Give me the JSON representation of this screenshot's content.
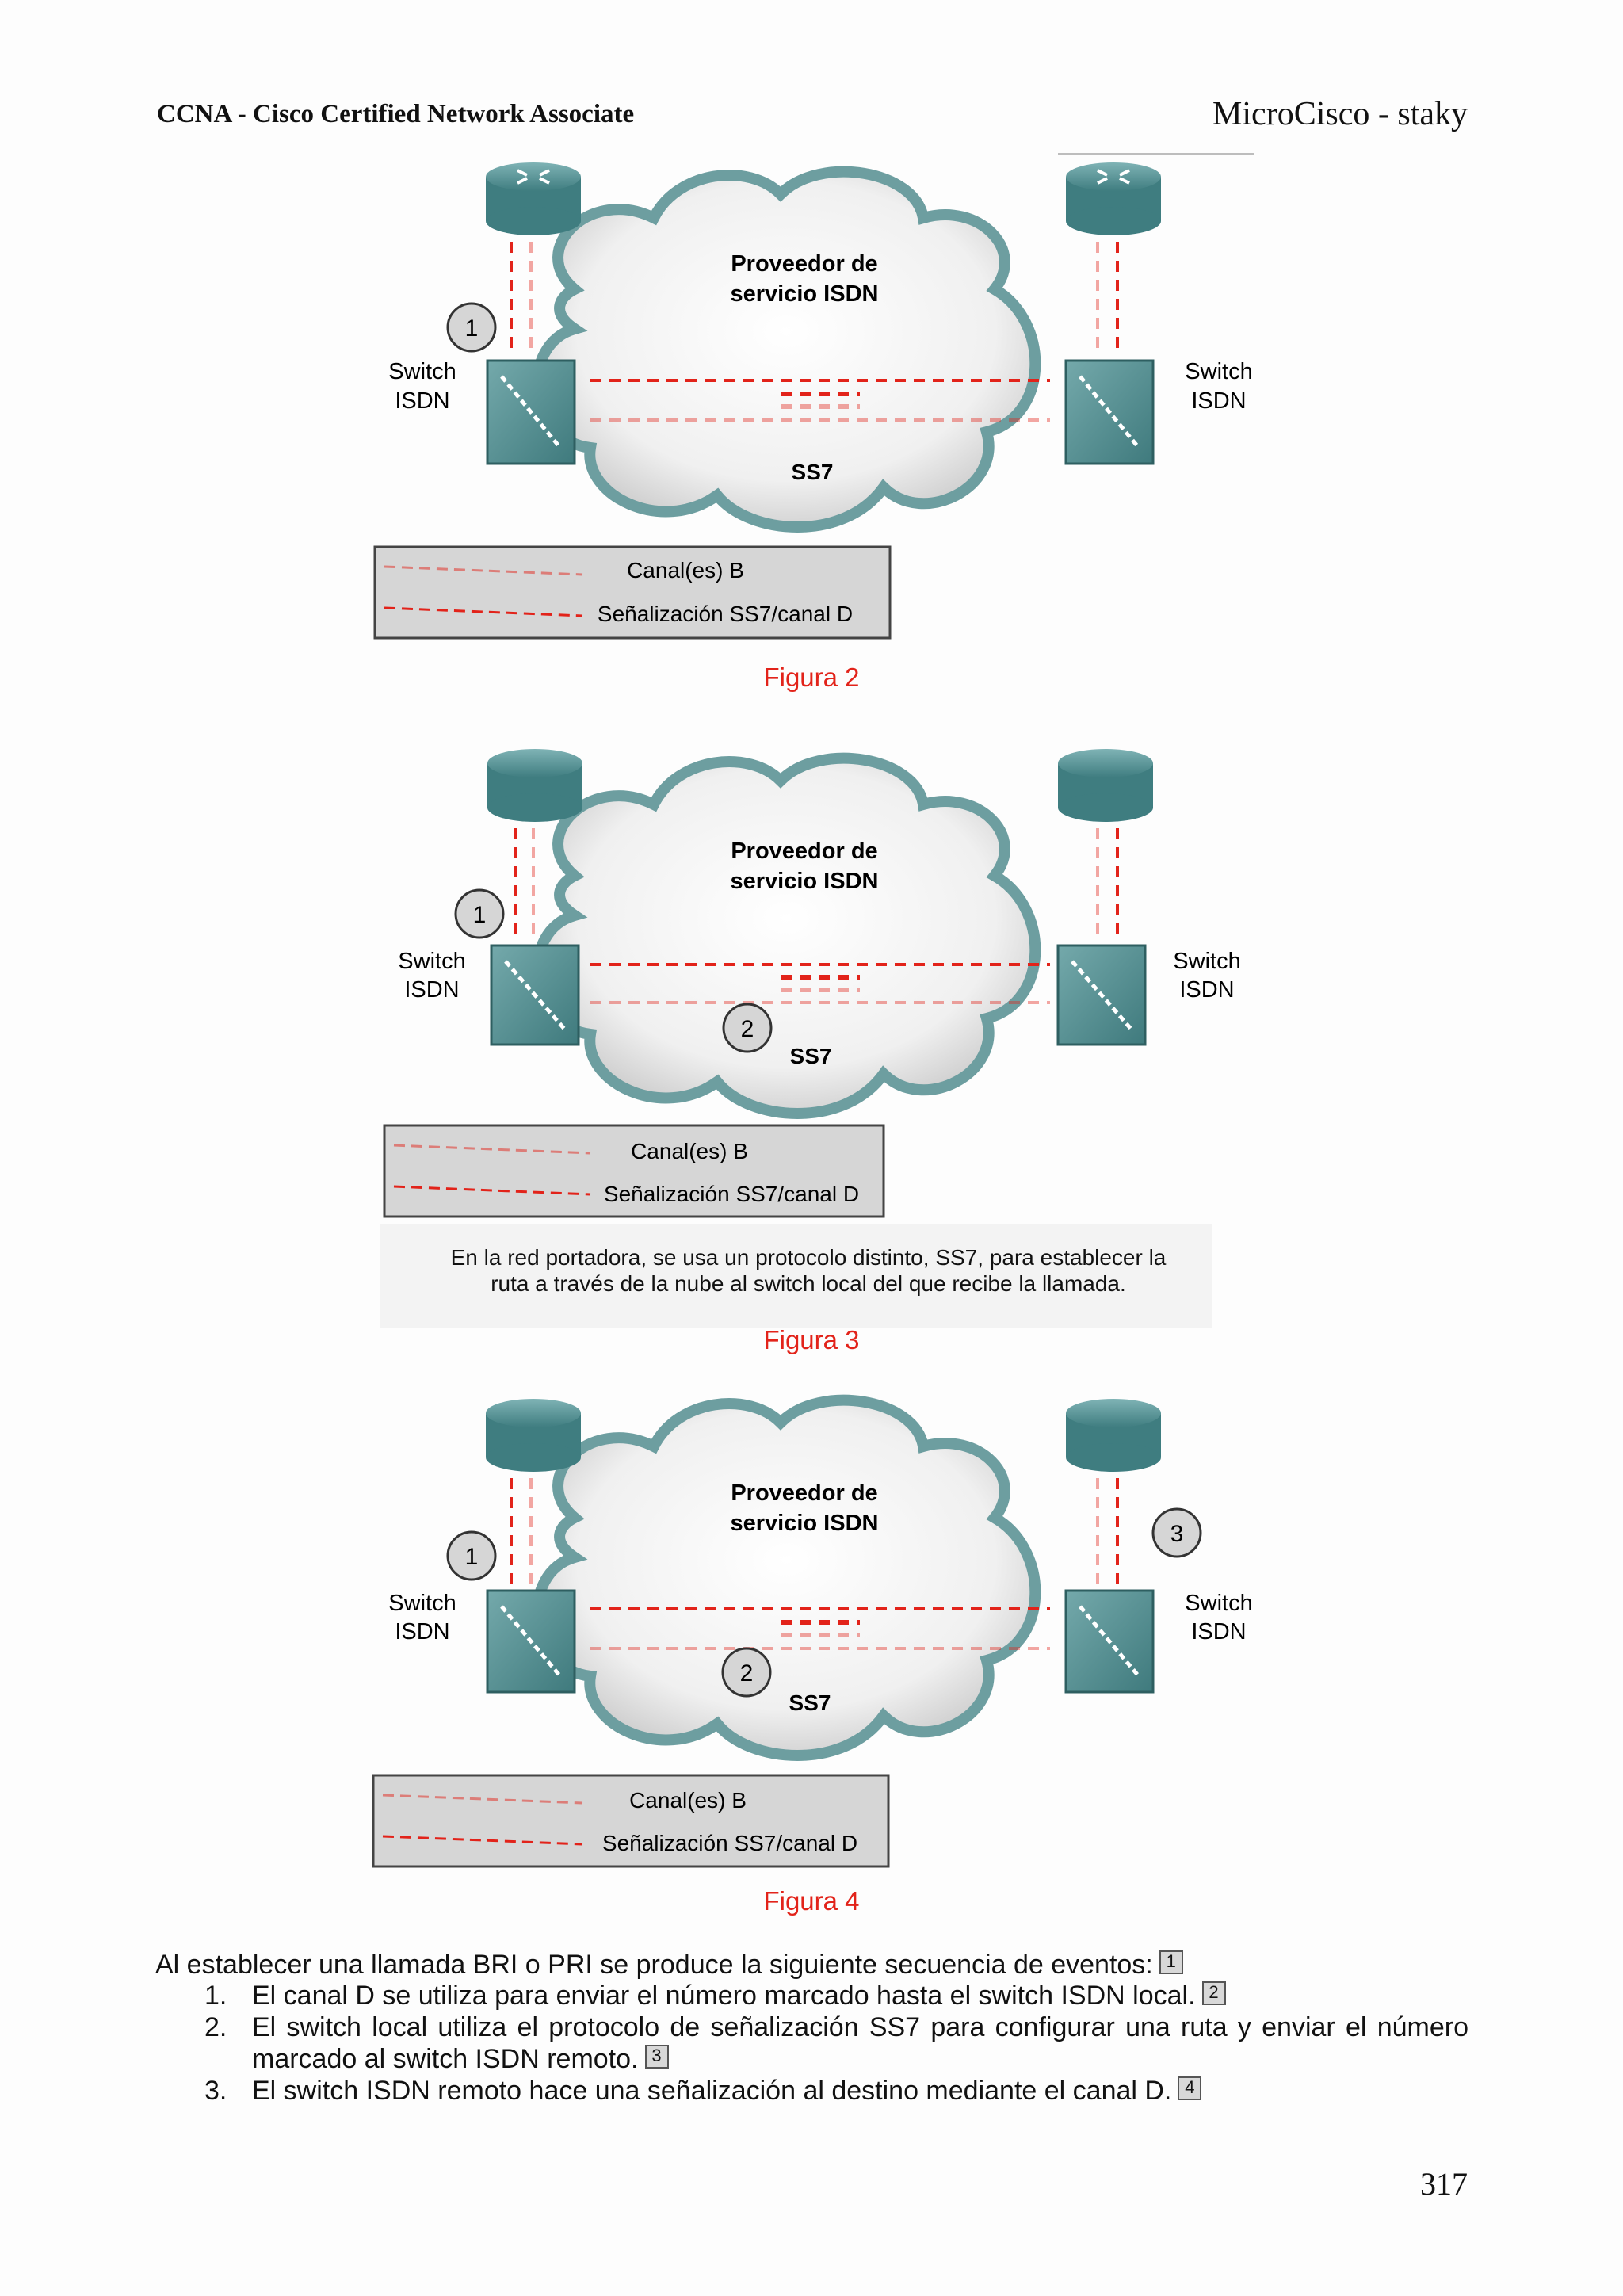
{
  "header": {
    "left": "CCNA - Cisco Certified Network Associate",
    "right": "MicroCisco - staky"
  },
  "diagram": {
    "cloud_label_line1": "Proveedor de",
    "cloud_label_line2": "servicio ISDN",
    "ss7_label": "SS7",
    "switch_label_line1": "Switch",
    "switch_label_line2": "ISDN",
    "legend_b": "Canal(es) B",
    "legend_d": "Señalización SS7/canal D",
    "colors": {
      "signal": "#e2231a",
      "device": "#5f9ea0",
      "cloud_edge": "#6d9ea0",
      "legend_bg": "#d6d6d6"
    }
  },
  "figures": [
    {
      "caption": "Figura 2",
      "markers": [
        "1"
      ]
    },
    {
      "caption": "Figura 3",
      "markers": [
        "1",
        "2"
      ],
      "note": "En la red portadora, se usa un protocolo distinto, SS7, para establecer la ruta a través de la nube al switch local del que recibe la llamada."
    },
    {
      "caption": "Figura 4",
      "markers": [
        "1",
        "2",
        "3"
      ]
    }
  ],
  "body": {
    "intro": "Al establecer una llamada BRI o PRI se produce la siguiente secuencia de eventos:",
    "intro_ref": "1",
    "steps": [
      {
        "num": "1.",
        "text": "El canal D se utiliza para enviar el número marcado hasta el switch ISDN local.",
        "ref": "2"
      },
      {
        "num": "2.",
        "text": "El switch local utiliza el protocolo de señalización SS7 para configurar una ruta y enviar el número marcado al switch ISDN remoto.",
        "ref": "3"
      },
      {
        "num": "3.",
        "text": "El switch ISDN remoto hace una señalización al destino mediante el canal D.",
        "ref": "4"
      }
    ]
  },
  "page_number": "317"
}
